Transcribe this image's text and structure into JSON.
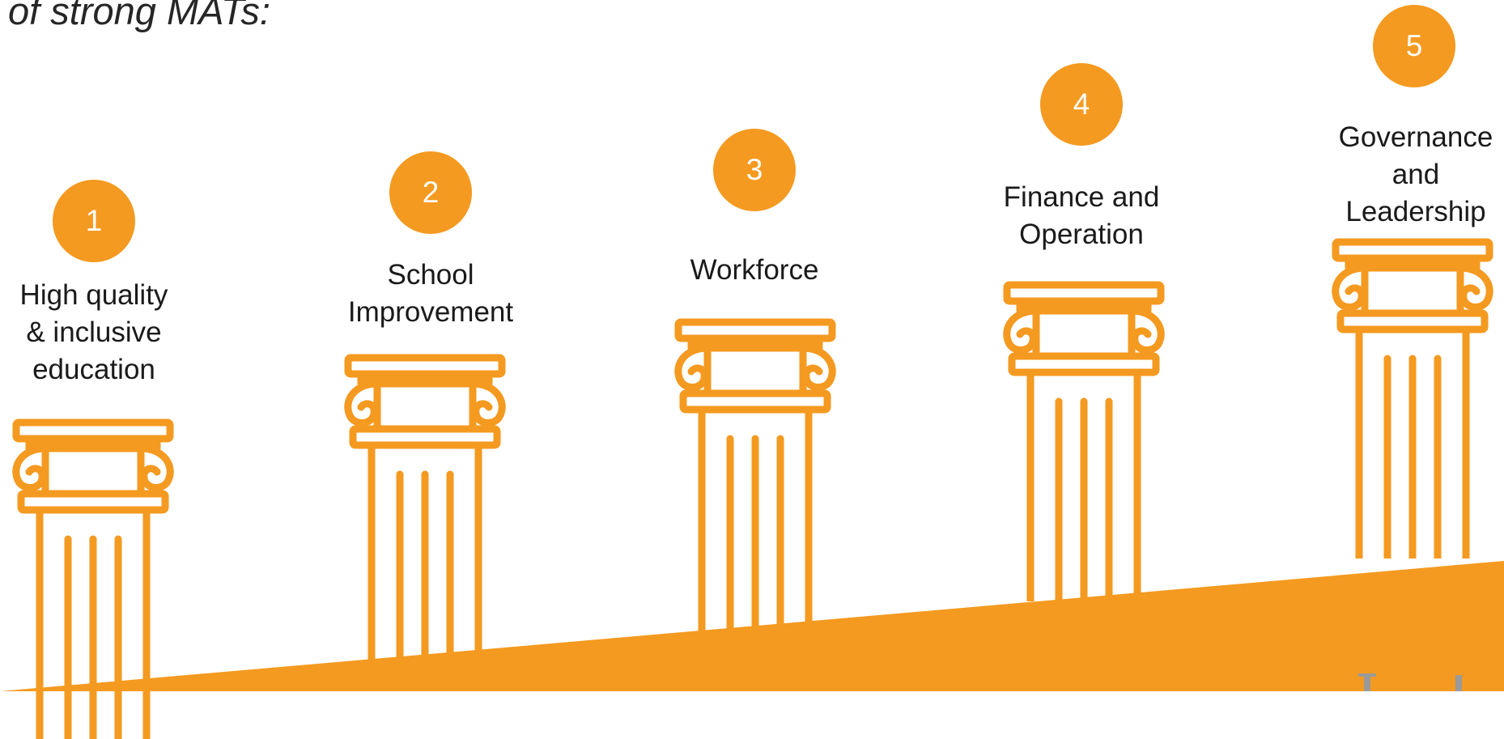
{
  "heading": "of strong MATs:",
  "colors": {
    "accent": "#f49a20",
    "text": "#1a1a1a",
    "badge_text": "#ffffff"
  },
  "pillars": [
    {
      "number": "1",
      "label": "High quality\n& inclusive\neducation"
    },
    {
      "number": "2",
      "label": "School\nImprovement"
    },
    {
      "number": "3",
      "label": "Workforce"
    },
    {
      "number": "4",
      "label": "Finance and\nOperation"
    },
    {
      "number": "5",
      "label": "Governance\nand\nLeadership"
    }
  ],
  "logo": {
    "text": "I..L"
  }
}
